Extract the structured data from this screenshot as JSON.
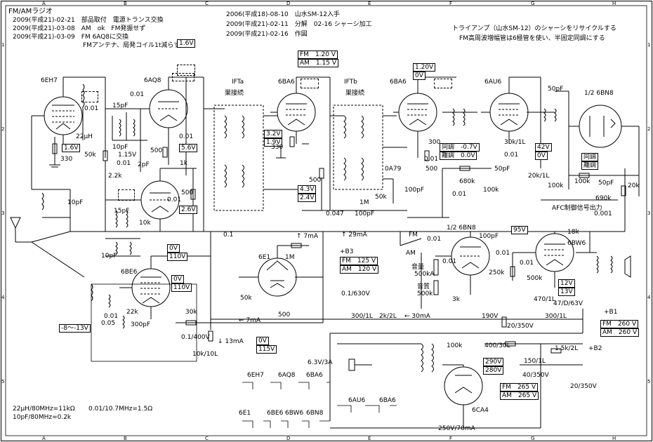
{
  "title": "FM/AMラジオ",
  "history_left": [
    "2009(平成21)-02-21　部品取付　電源トランス交換",
    "2009(平成21)-03-08　AM　ok　FM発振せず",
    "2009(平成21)-03-09　FM 6AQ8に交換",
    "FMアンテナ、局発コイル1t減らす"
  ],
  "history_right": [
    "2006(平成18)-08-10　山水SM-12入手",
    "2009(平成21)-02-11　分解　02-16 シャーシ加工",
    "2009(平成21)-02-16　作図"
  ],
  "notes": [
    "トライアンプ（山水SM-12）のシャーシをリサイクルする",
    "FM高周波増幅管は6極管を使い、半固定同調にする"
  ],
  "footer_notes": [
    "22μH/80MHz=11kΩ",
    "10pF/80MHz=0.2k",
    "0.01/10.7MHz=1.5Ω"
  ],
  "tubes": {
    "6EH7": "6EH7",
    "6AQ8": "6AQ8",
    "6BA6a": "6BA6",
    "6BA6b": "6BA6",
    "6AU6": "6AU6",
    "6BN8a": "1/2 6BN8",
    "6BN8b": "1/2 6BN8",
    "6BE6": "6BE6",
    "6E1": "6E1",
    "6BW6": "6BW6",
    "6CA4": "6CA4"
  },
  "ift": {
    "a": "IFTa",
    "b": "IFTb",
    "winding_a": "巣接続",
    "winding_b": "巣接続"
  },
  "voltages": {
    "v16_top": "1.6V",
    "eh7_16": "1.6V",
    "aq8_115": "1.15V",
    "aq8_56": "5.6V",
    "aq8_26": "2.6V",
    "ba6a_fm": "FM　1.20 V",
    "ba6a_am": "AM　1.15 V",
    "ba6a_32": "3.2V",
    "ba6a_19": "1.9V",
    "ift_43": "4.3V",
    "ift_24": "2.4V",
    "ba6b_12": "1.20V",
    "ba6b_0": "0V",
    "au6_doutyou1": "同調　-0.7V",
    "au6_ryouchou": "離調　0.0V",
    "au6_42": "42V",
    "au6_0": "0V",
    "bn8_doutyou": "同調",
    "bn8_rityou": "離調",
    "be6_0v": "0V",
    "be6_110": "110V",
    "aq8_0v": "0V",
    "aq8_110": "110V",
    "e1_fm": "FM　125 V",
    "e1_am": "AM　120 V",
    "be6_neg": "-8～-13V",
    "be6_115": "115V",
    "be6_0b": "0V",
    "bn8_95": "95V",
    "bw6_12": "12V",
    "bw6_13": "13V",
    "b1_fm": "FM　260 V",
    "b1_am": "AM　260 V",
    "ca4_fm": "FM　265 V",
    "ca4_am": "AM　265 V",
    "ca4_290": "290V",
    "ca4_280": "280V"
  },
  "components": {
    "c001a": "0.01",
    "c001b": "0.01",
    "l22uh": "22μH",
    "r330a": "330",
    "c15pfa": "15pF",
    "c10pfa": "10pF",
    "c001c": "0.01",
    "r50k": "50k",
    "c001d": "0.01",
    "c2pf": "2pF",
    "r22k": "2.2k",
    "r500a": "500",
    "r1k": "1k",
    "c001e": "0.01",
    "c001f": "0.01",
    "c001g": "0.01",
    "r500b": "500",
    "c10pfb": "10pF",
    "c15pfb": "15pF",
    "r10ka": "10k",
    "c10pfc": "10pF",
    "r330b": "330",
    "r500c": "500",
    "c0047": "0.047",
    "c100pfa": "100pF",
    "r1m": "1M",
    "r50kb": "50k",
    "d0a79": "0A79",
    "c100pfb": "100pF",
    "r300": "300",
    "c001h": "0.01",
    "r500d": "500",
    "r680k": "680k",
    "c001i": "0.01",
    "r100ka": "100k",
    "r30k": "30k/1L",
    "c001j": "0.01",
    "c50pfa": "50pF",
    "r20k": "20k/1L",
    "c50pfb": "50pF",
    "r100kb": "100k",
    "r100kc": "100k",
    "c50pfc": "50pF",
    "r20kb": "20k",
    "r690k": "690k",
    "afc": "AFC制御信号出力",
    "c0001": "0.001",
    "c01a": "0.1",
    "i7ma": "↑ 7mA",
    "i29ma": "↑ 29mA",
    "b3": "+B3",
    "r1mb": "1M",
    "c01630": "0.1/630V",
    "r50kc": "50k",
    "fm": "FM",
    "am": "AM",
    "c001k": "0.01",
    "r500k": "500k",
    "vol500ka": "500kA",
    "onryou": "音量",
    "onshitsu": "音質",
    "vol500k": "500k",
    "r3k": "3k",
    "c100pfc": "100pF",
    "c001l": "0.01",
    "r250k": "250k",
    "r18k": "18k",
    "r500kb": "500k",
    "r470": "470/1L",
    "c47063": "47/D/63V",
    "c001m": "0.01",
    "c001n": "0.01",
    "c005": "0.05",
    "r22kb": "22k",
    "c300pf": "300pF",
    "r30kb": "30k",
    "c01400": "0.1/400V",
    "i13ma": "↓ 13mA",
    "r10k10": "10k/10L",
    "i7mab": "← 7mA",
    "r500e": "500",
    "r300_1l": "300/1L",
    "r2k_2l": "2k/2L",
    "i30ma": "← 30mA",
    "v190": "190V",
    "r300_1lb": "300/1L",
    "c20350": "20/350V",
    "b1": "+B1",
    "r100kd": "100k",
    "r400_30l": "400/30L",
    "r15k": "1.5k/2L",
    "b2": "+B2",
    "r150_1l": "150/1L",
    "c40350": "40/350V",
    "c20350b": "20/350V",
    "heater": "6.3V/3A",
    "ca4_rating": "250V/70mA",
    "c001o": "0.01",
    "c10pfd": "10pF"
  },
  "heater_tubes_top": [
    "6EH7",
    "6AQ8",
    "6BA6"
  ],
  "heater_tubes_mid": [
    "6AU6",
    "6BA6"
  ],
  "heater_tubes_bot": [
    "6E1",
    "6BE6",
    "6BW6",
    "6BN8"
  ],
  "ruler_top": [
    "A",
    "B",
    "C",
    "D",
    "E",
    "F",
    "G",
    "H"
  ],
  "ruler_side": [
    "1",
    "2",
    "3",
    "4",
    "5"
  ]
}
